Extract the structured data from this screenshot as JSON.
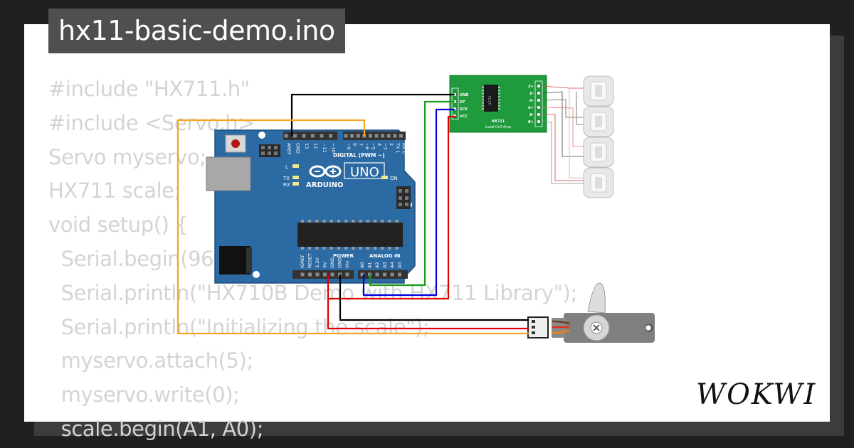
{
  "title": "hx11-basic-demo.ino",
  "code_lines": [
    "#include \"HX711.h\"",
    "#include <Servo.h>",
    "Servo myservo;",
    "HX711 scale;",
    "void setup() {",
    "  Serial.begin(9600);",
    "  Serial.println(\"HX710B Demo with HX711 Library\");",
    "  Serial.println(\"Initializing the scale\");",
    "  myservo.attach(5);",
    "  myservo.write(0);",
    "  scale.begin(A1, A0);"
  ],
  "arduino": {
    "model": "UNO",
    "brand": "ARDUINO",
    "digital_label": "DIGITAL (PWM ~)",
    "power_label": "POWER",
    "analog_label": "ANALOG IN",
    "led_l": "L",
    "led_tx": "TX",
    "led_rx": "RX",
    "led_on": "ON",
    "top_pins": [
      "AREF",
      "GND",
      "13",
      "12",
      "~11",
      "~10",
      "~9",
      "8",
      "7",
      "~6",
      "~5",
      "4",
      "~3",
      "2",
      "TX 1",
      "RX 0"
    ],
    "bottom_pins": [
      "IOREF",
      "RESET",
      "3.3V",
      "5V",
      "GND",
      "GND",
      "Vin",
      "A0",
      "A1",
      "A2",
      "A3",
      "A4",
      "A5"
    ]
  },
  "hx711": {
    "chip": "HX711",
    "label_title": "HX711",
    "label_sub": "Load Cell Amp",
    "left_pins": [
      "GND",
      "DT",
      "SCK",
      "VCC"
    ],
    "right_pins": [
      "E+",
      "E-",
      "A-",
      "A+",
      "B-",
      "B+"
    ]
  },
  "brand_logo": "WOKWI",
  "wire_colors": {
    "black": "#000000",
    "green": "#1a9a1a",
    "blue": "#0000dd",
    "red": "#e00000",
    "orange": "#f5a623",
    "board": "#2c6aa3",
    "hx_board": "#1f9a3c"
  }
}
